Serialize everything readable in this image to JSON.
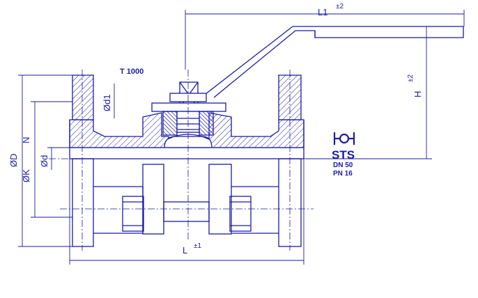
{
  "model": "T 1000",
  "logo": {
    "glyph": "HOH",
    "brand": "STS"
  },
  "specs": {
    "dn": "DN 50",
    "pn": "PN 16"
  },
  "dimensions": {
    "L1": "L1",
    "L1_tol": "±2",
    "H": "H",
    "H_tol": "±2",
    "L": "L",
    "L_tol": "±1",
    "D": "ØD",
    "K": "ØK",
    "N": "N",
    "d": "Ød",
    "d1": "Ød1"
  },
  "colors": {
    "line": "#1a1aa6",
    "accent": "#1a1aa6",
    "background": "#ffffff"
  }
}
